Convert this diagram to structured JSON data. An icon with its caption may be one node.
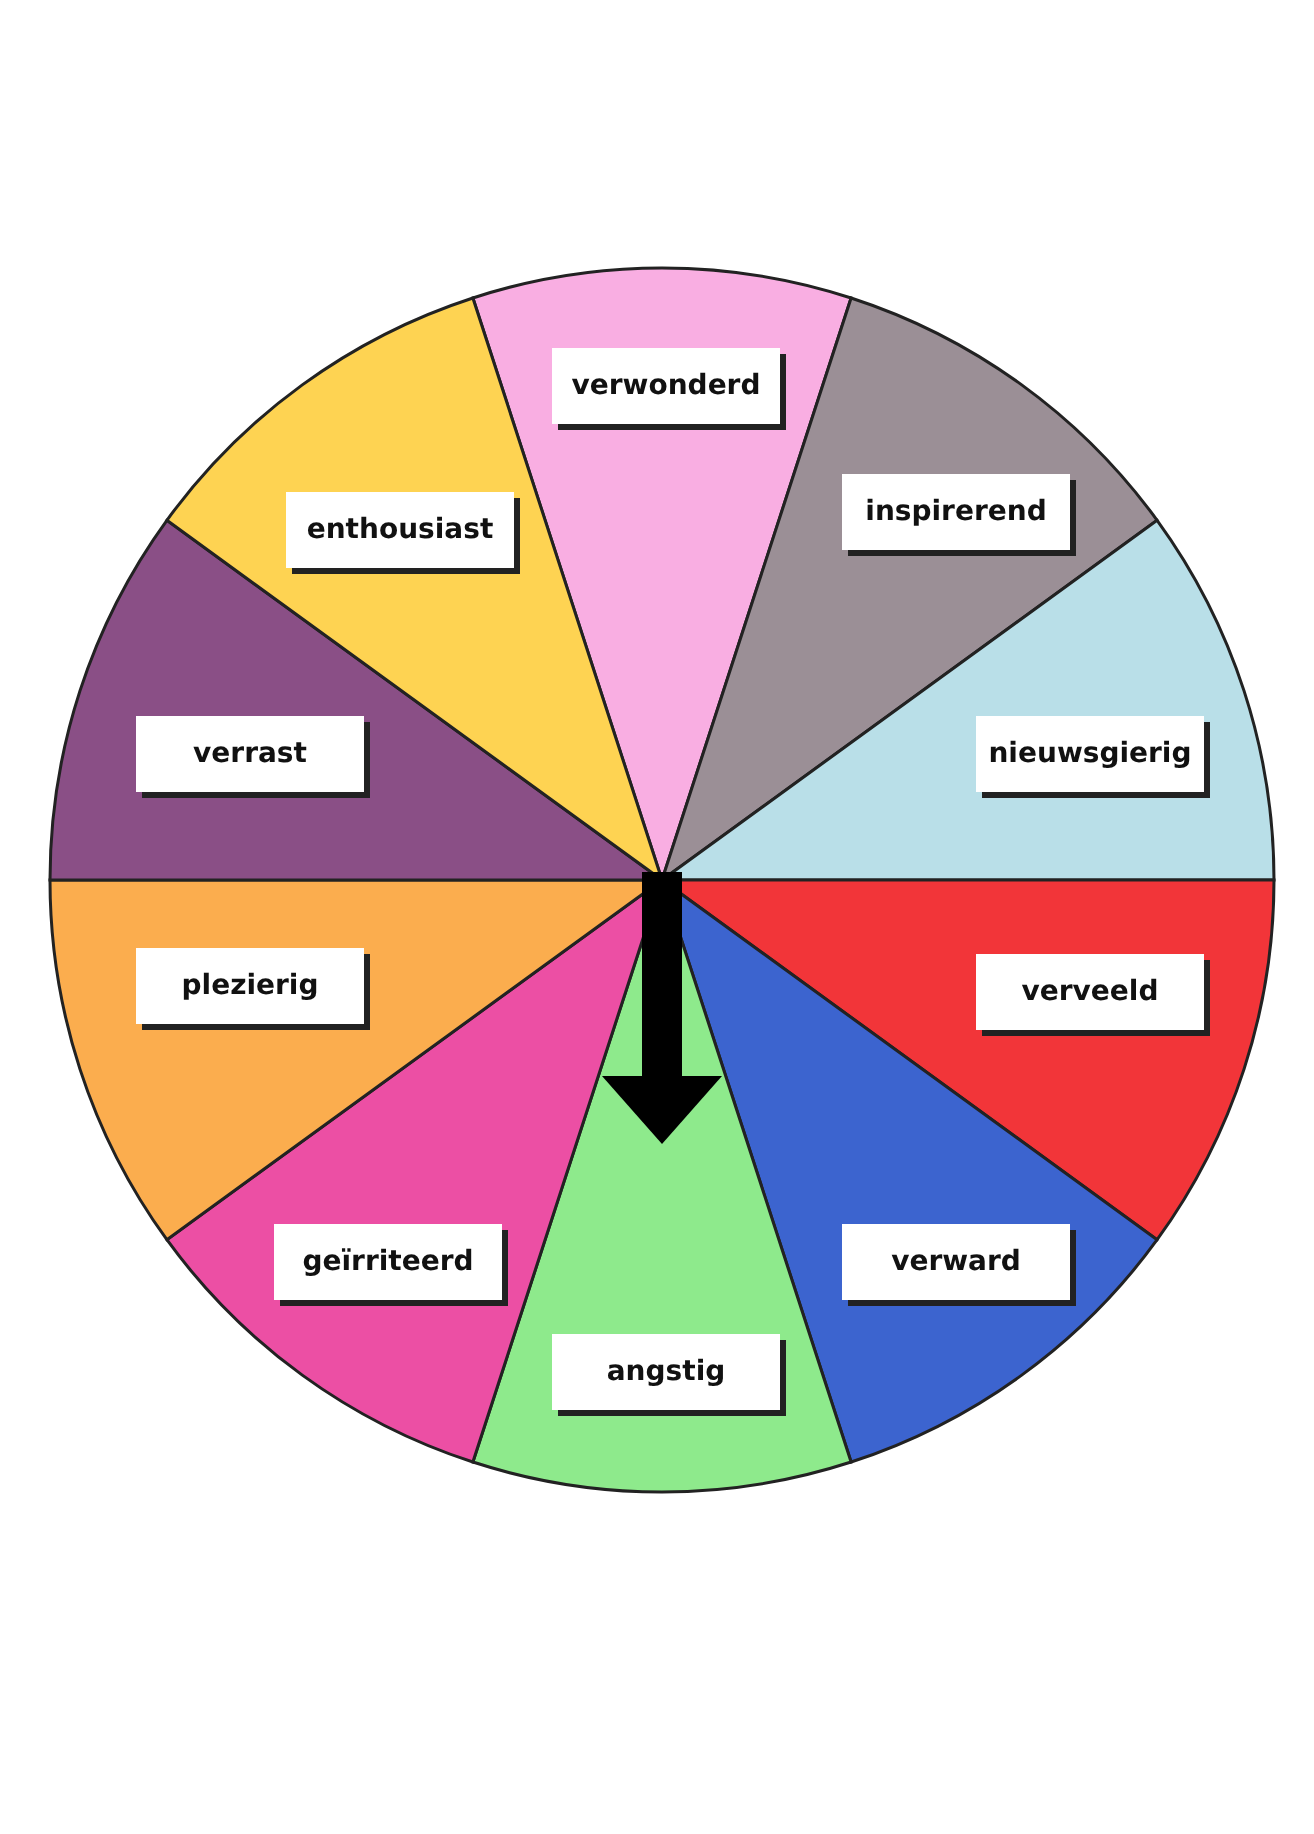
{
  "diagram": {
    "nodes": [
      {
        "text": [
          "verwonderd"
        ]
      },
      {
        "text": [
          "inspirerend"
        ]
      },
      {
        "text": [
          "nieuwsgierig"
        ]
      },
      {
        "text": [
          "verveeld"
        ]
      },
      {
        "text": [
          "verward"
        ]
      },
      {
        "text": [
          "angstig"
        ]
      },
      {
        "text": [
          "geïrriteerd"
        ]
      },
      {
        "text": [
          "plezierig"
        ]
      },
      {
        "text": [
          "verrast"
        ]
      },
      {
        "text": [
          "enthousiast"
        ]
      }
    ]
  }
}
